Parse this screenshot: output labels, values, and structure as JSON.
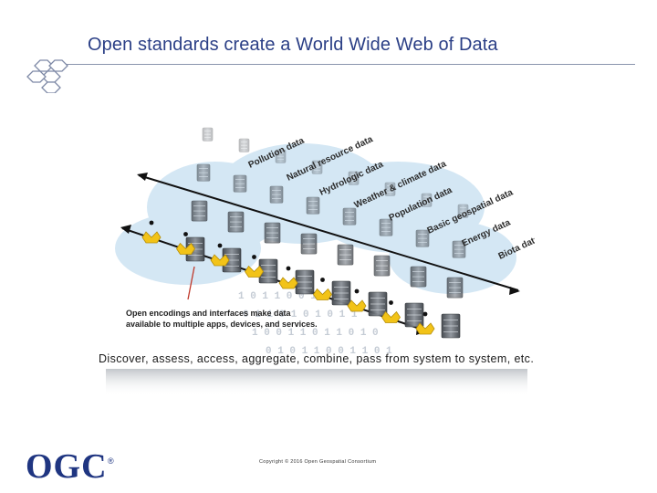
{
  "slide": {
    "title": "Open standards create a World Wide Web of Data",
    "caption": "Discover, assess, access, aggregate, combine, pass from system to system, etc.",
    "copyright": "Copyright © 2016 Open Geospatial Consortium",
    "logo_text": "OGC",
    "logo_mark": "®"
  },
  "diagram": {
    "data_labels": [
      "Pollution data",
      "Natural resource data",
      "Hydrologic data",
      "Weather & climate data",
      "Population data",
      "Basic geospatial data",
      "Energy data",
      "Biota data"
    ],
    "annotation_line1": "Open encodings and interfaces  make data",
    "annotation_line2": "available to multiple apps, devices, and services.",
    "colors": {
      "cloud": "#cfe3f2",
      "server": "#5a5f66",
      "connector": "#f2c318",
      "arrow": "#111111",
      "pointer": "#c0392b"
    }
  }
}
